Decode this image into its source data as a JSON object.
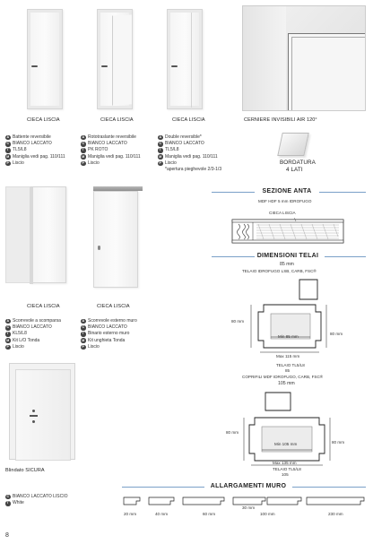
{
  "row1": {
    "doors": [
      {
        "caption": "CIECA LISCIA",
        "specs": [
          {
            "badge": "A",
            "text": "Battente reversibile"
          },
          {
            "badge": "C",
            "text": "BIANCO LACCATO"
          },
          {
            "badge": "T",
            "text": "TL5/L8"
          },
          {
            "badge": "M",
            "text": "Maniglia vedi pag. 110/111"
          },
          {
            "badge": "P",
            "text": "Liscio"
          }
        ]
      },
      {
        "caption": "CIECA LISCIA",
        "specs": [
          {
            "badge": "A",
            "text": "Rototraslante reversibile"
          },
          {
            "badge": "C",
            "text": "BIANCO LACCATO"
          },
          {
            "badge": "T",
            "text": "PK ROTO"
          },
          {
            "badge": "M",
            "text": "Maniglia vedi pag. 110/111"
          },
          {
            "badge": "P",
            "text": "Liscio"
          }
        ]
      },
      {
        "caption": "CIECA LISCIA",
        "specs": [
          {
            "badge": "A",
            "text": "Double reversible*"
          },
          {
            "badge": "C",
            "text": "BIANCO LACCATO"
          },
          {
            "badge": "T",
            "text": "TL5/L8"
          },
          {
            "badge": "M",
            "text": "Maniglia vedi pag. 110/111"
          },
          {
            "badge": "P",
            "text": "Liscio"
          }
        ],
        "note": "*apertura pieghevole 2/3-1/3"
      }
    ],
    "hinge_caption": "CERNIERE INVISIBILI AIR 120°",
    "edge_caption_1": "BORDATURA",
    "edge_caption_2": "4 LATI"
  },
  "row2": {
    "doors": [
      {
        "caption": "CIECA LISCIA",
        "specs": [
          {
            "badge": "A",
            "text": "Scorrevole a scomparsa"
          },
          {
            "badge": "C",
            "text": "BIANCO LACCATO"
          },
          {
            "badge": "T",
            "text": "KL5/L8"
          },
          {
            "badge": "M",
            "text": "Kit L/O Tonda"
          },
          {
            "badge": "P",
            "text": "Liscio"
          }
        ]
      },
      {
        "caption": "CIECA LISCIA",
        "specs": [
          {
            "badge": "A",
            "text": "Scorrevole esterno muro"
          },
          {
            "badge": "C",
            "text": "BIANCO LACCATO"
          },
          {
            "badge": "T",
            "text": "Binario esterno muro"
          },
          {
            "badge": "M",
            "text": "Kit unghieta Tonda"
          },
          {
            "badge": "P",
            "text": "Liscio"
          }
        ]
      }
    ]
  },
  "row3": {
    "caption": "Blindato SICURA",
    "specs": [
      {
        "badge": "C",
        "text": "BIANCO LACCATO LISCIO"
      },
      {
        "badge": "T",
        "text": "White"
      }
    ]
  },
  "sezione_anta": {
    "title": "SEZIONE ANTA",
    "label1": "MDF HDF 5 mm IDROFUGO",
    "label2": "CIECA LISCIA"
  },
  "dimensioni_telai": {
    "title": "DIMENSIONI TELAI",
    "diagram1": {
      "heading": "85 mm",
      "subheading": "TELAIO IDROFUGO LSB, CARB, FSC®",
      "left_dim": "80 mm",
      "right_dim": "80 mm",
      "min": "Min 85 mm",
      "max": "Max 115 mm",
      "caption1": "TELAIO TL5/L8",
      "caption2": "85"
    },
    "diagram2": {
      "heading_pre": "COPRIFILI MDF IDROFUGO, CARB, FSC®",
      "heading": "105 mm",
      "left_dim": "80 mm",
      "right_dim": "80 mm",
      "min": "Min 105 mm",
      "max": "Max 135 mm",
      "caption1": "TELAIO TL5/L8",
      "caption2": "105"
    }
  },
  "allargamenti": {
    "title": "ALLARGAMENTI MURO",
    "items": [
      "20 mm",
      "40 mm",
      "60 mm",
      "30 mm",
      "100 mm",
      "230 mm"
    ]
  },
  "page_number": "8"
}
